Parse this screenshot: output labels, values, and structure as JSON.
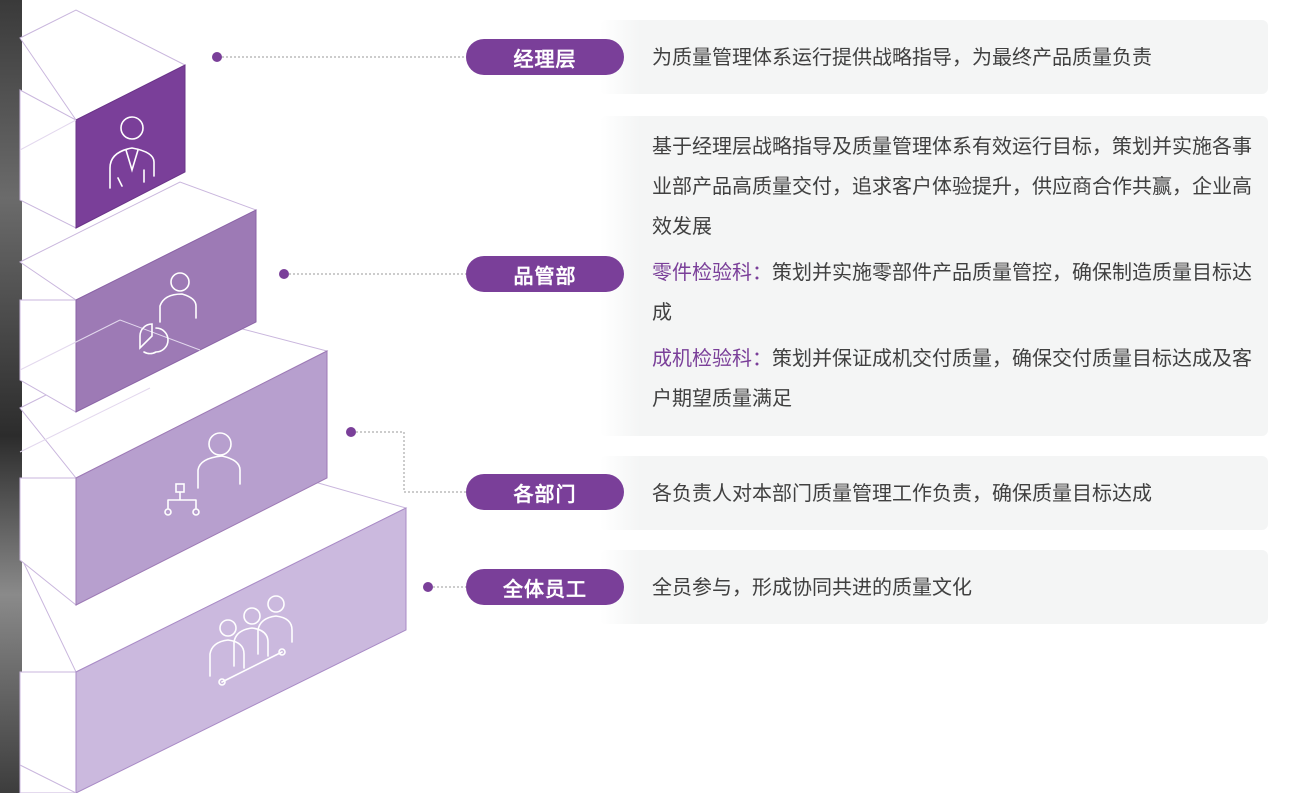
{
  "levels": [
    {
      "label": "经理层",
      "icon": "manager-icon",
      "description": "为质量管理体系运行提供战略指导，为最终产品质量负责"
    },
    {
      "label": "品管部",
      "icon": "analyst-icon",
      "description": "基于经理层战略指导及质量管理体系有效运行目标，策划并实施各事业部产品高质量交付，追求客户体验提升，供应商合作共赢，企业高效发展",
      "sub_items": [
        {
          "title": "零件检验科：",
          "text": "策划并实施零部件产品质量管控，确保制造质量目标达成"
        },
        {
          "title": "成机检验科：",
          "text": "策划并保证成机交付质量，确保交付质量目标达成及客户期望质量满足"
        }
      ]
    },
    {
      "label": "各部门",
      "icon": "org-chart-person-icon",
      "description": "各负责人对本部门质量管理工作负责，确保质量目标达成"
    },
    {
      "label": "全体员工",
      "icon": "team-icon",
      "description": "全员参与，形成协同共进的质量文化"
    }
  ],
  "colors": {
    "accent": "#7a3f99",
    "tier1": "#7a3f99",
    "tier2": "#9d7ab5",
    "tier3": "#b79fce",
    "tier4": "#cbb9de",
    "text": "#404040",
    "card_bg": "#f4f5f5"
  }
}
